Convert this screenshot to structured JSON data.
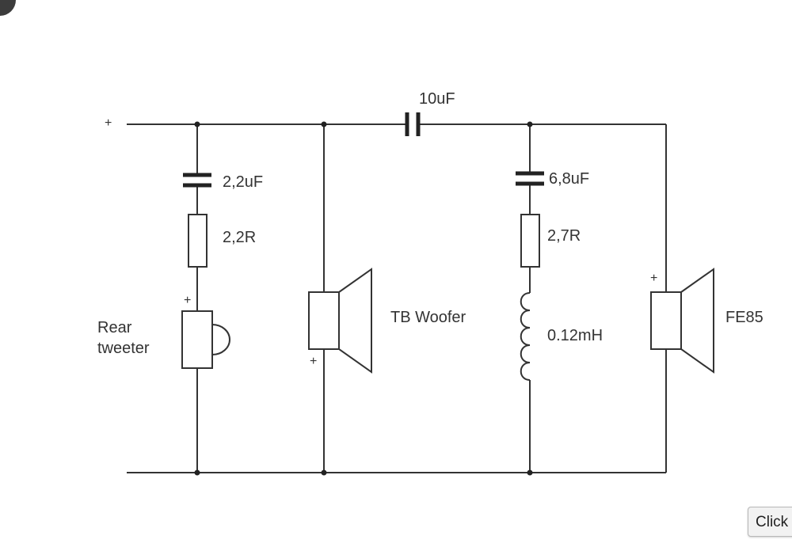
{
  "schematic": {
    "input_plus": "+",
    "series_cap": "10uF",
    "branch1": {
      "cap": "2,2uF",
      "res": "2,2R",
      "plus": "+",
      "speaker_line1": "Rear",
      "speaker_line2": "tweeter"
    },
    "branch2": {
      "speaker": "TB Woofer",
      "plus": "+"
    },
    "branch3": {
      "cap": "6,8uF",
      "res": "2,7R",
      "inductor": "0.12mH"
    },
    "branch4": {
      "speaker": "FE85",
      "plus": "+"
    }
  },
  "button": {
    "label": "Click"
  }
}
